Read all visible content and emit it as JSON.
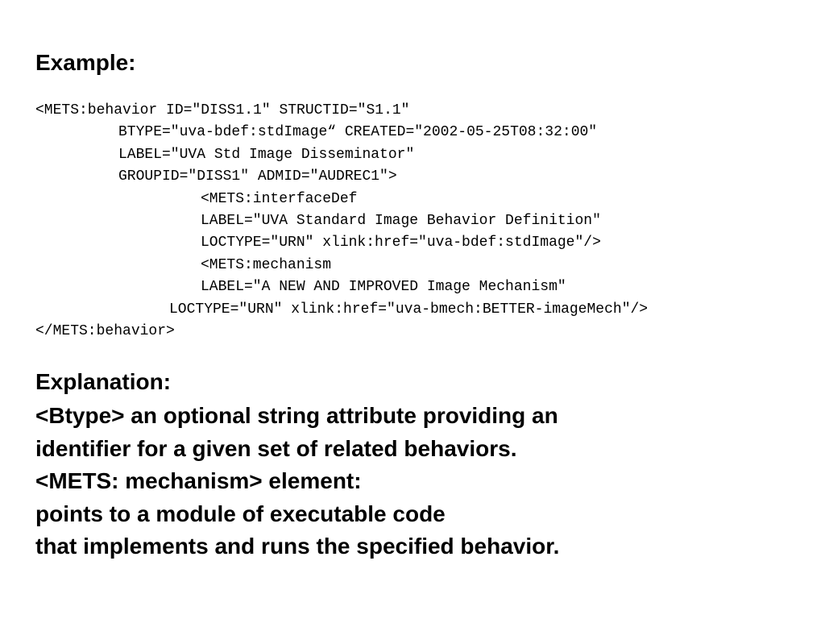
{
  "slide": {
    "example_heading": "Example:",
    "code_lines": [
      "<METS:behavior ID=\"DISS1.1\" STRUCTID=\"S1.1\"",
      "BTYPE=\"uva-bdef:stdImage“ CREATED=\"2002-05-25T08:32:00\"",
      "LABEL=\"UVA Std Image Disseminator\"",
      "GROUPID=\"DISS1\" ADMID=\"AUDREC1\">",
      "<METS:interfaceDef",
      "LABEL=\"UVA Standard Image Behavior Definition\"",
      "LOCTYPE=\"URN\" xlink:href=\"uva-bdef:stdImage\"/>",
      "<METS:mechanism",
      "LABEL=\"A NEW AND IMPROVED Image Mechanism\"",
      "LOCTYPE=\"URN\" xlink:href=\"uva-bmech:BETTER-imageMech\"/>",
      "</METS:behavior>"
    ],
    "explanation_heading": "Explanation:",
    "explanation_lines": [
      "<Btype> an optional string attribute providing an",
      "identifier for a given set of related behaviors.",
      "<METS: mechanism> element:",
      "points to a module of executable code",
      "that implements and runs the specified behavior."
    ]
  }
}
